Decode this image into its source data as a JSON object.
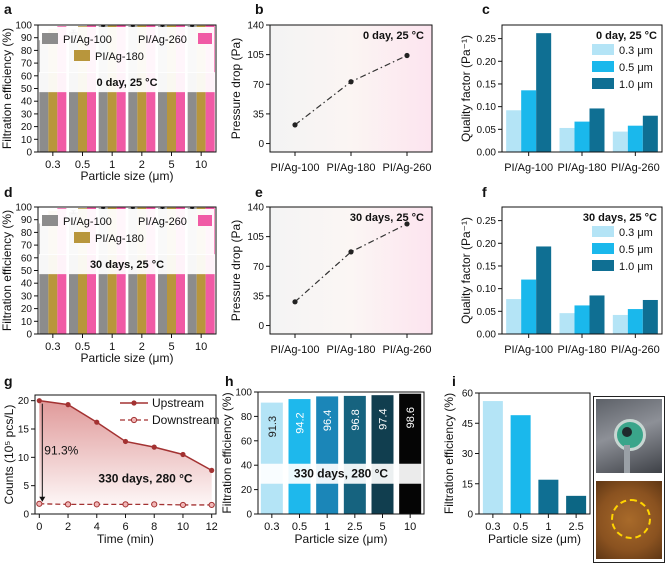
{
  "colors": {
    "ag100": "#8c8c8c",
    "ag180": "#b8963c",
    "ag260": "#f05aa5",
    "c03": "#b4e4f6",
    "c05": "#1ab8ec",
    "c10": "#0f6f93",
    "line": "#555555",
    "up": "#a33232",
    "h_bars": [
      "#b4e4f6",
      "#1eb8ec",
      "#1b86b8",
      "#16637f",
      "#113e4f",
      "#050505"
    ]
  },
  "panels": {
    "a": {
      "letter": "a",
      "condition": "0 day, 25 °C",
      "ylabel": "Filtration efficiency (%)",
      "xlabel": "Particle size (μm)",
      "legend": [
        "PI/Ag-100",
        "PI/Ag-260",
        "PI/Ag-180"
      ],
      "ytick_labels": [
        "0",
        "10",
        "20",
        "30",
        "40",
        "50",
        "60",
        "70",
        "80",
        "90",
        "100"
      ]
    },
    "b": {
      "letter": "b",
      "condition": "0 day, 25 °C",
      "ylabel": "Pressure drop (Pa)",
      "ytick_labels": [
        "0",
        "35",
        "70",
        "105",
        "140"
      ]
    },
    "c": {
      "letter": "c",
      "condition": "0 day, 25 °C",
      "ylabel": "Quality factor (Pa⁻¹)",
      "legend": [
        "0.3 μm",
        "0.5 μm",
        "1.0 μm"
      ],
      "ytick_labels": [
        "0.00",
        "0.05",
        "0.10",
        "0.15",
        "0.20",
        "0.25"
      ]
    },
    "d": {
      "letter": "d",
      "condition": "30 days, 25 °C",
      "ylabel": "Filtration efficiency (%)",
      "xlabel": "Particle size (μm)",
      "legend": [
        "PI/Ag-100",
        "PI/Ag-260",
        "PI/Ag-180"
      ],
      "ytick_labels": [
        "0",
        "10",
        "20",
        "30",
        "40",
        "50",
        "60",
        "70",
        "80",
        "90",
        "100"
      ]
    },
    "e": {
      "letter": "e",
      "condition": "30 days, 25 °C",
      "ylabel": "Pressure drop (Pa)",
      "ytick_labels": [
        "0",
        "35",
        "70",
        "105",
        "140"
      ]
    },
    "f": {
      "letter": "f",
      "condition": "30 days, 25 °C",
      "ylabel": "Quality factor (Pa⁻¹)",
      "legend": [
        "0.3 μm",
        "0.5 μm",
        "1.0 μm"
      ],
      "ytick_labels": [
        "0.00",
        "0.05",
        "0.10",
        "0.15",
        "0.20",
        "0.25"
      ]
    },
    "g": {
      "letter": "g",
      "condition": "330 days, 280 °C",
      "ylabel": "Counts (10⁵ pcs/L)",
      "xlabel": "Time (min)",
      "legend": [
        "Upstream",
        "Downstream"
      ],
      "annotation": "91.3%",
      "ytick_labels": [
        "0",
        "5",
        "10",
        "15",
        "20"
      ]
    },
    "h": {
      "letter": "h",
      "condition": "330 days, 280 °C",
      "ylabel": "Filtration efficiency (%)",
      "xlabel": "Particle size (μm)",
      "ytick_labels": [
        "0",
        "20",
        "40",
        "60",
        "80",
        "100"
      ]
    },
    "i": {
      "letter": "i",
      "ylabel": "Filtration efficiency (%)",
      "xlabel": "Particle size (μm)",
      "ytick_labels": [
        "0",
        "15",
        "30",
        "45",
        "60"
      ]
    }
  },
  "chart_data": [
    {
      "panel": "a",
      "type": "bar",
      "categories": [
        "0.3",
        "0.5",
        "1",
        "2",
        "5",
        "10"
      ],
      "series": [
        {
          "name": "PI/Ag-100",
          "values": [
            88,
            95,
            99,
            99,
            99,
            99
          ],
          "errors": [
            2,
            1,
            0.5,
            0.5,
            0.5,
            0.5
          ]
        },
        {
          "name": "PI/Ag-180",
          "values": [
            97,
            99,
            99.5,
            99.5,
            99.5,
            99.5
          ]
        },
        {
          "name": "PI/Ag-260",
          "values": [
            99,
            99.5,
            99.8,
            99.8,
            99.8,
            99.8
          ]
        }
      ],
      "ylim": [
        0,
        100
      ]
    },
    {
      "panel": "b",
      "type": "line",
      "categories": [
        "PI/Ag-100",
        "PI/Ag-180",
        "PI/Ag-260"
      ],
      "values": [
        22,
        73,
        104
      ],
      "ylim": [
        -10,
        140
      ]
    },
    {
      "panel": "c",
      "type": "bar",
      "categories": [
        "PI/Ag-100",
        "PI/Ag-180",
        "PI/Ag-260"
      ],
      "series": [
        {
          "name": "0.3 μm",
          "values": [
            0.092,
            0.053,
            0.045
          ]
        },
        {
          "name": "0.5 μm",
          "values": [
            0.136,
            0.067,
            0.058
          ]
        },
        {
          "name": "1.0 μm",
          "values": [
            0.262,
            0.096,
            0.08
          ]
        }
      ],
      "ylim": [
        0,
        0.28
      ]
    },
    {
      "panel": "d",
      "type": "bar",
      "categories": [
        "0.3",
        "0.5",
        "1",
        "2",
        "5",
        "10"
      ],
      "series": [
        {
          "name": "PI/Ag-100",
          "values": [
            87,
            96,
            99,
            99,
            99,
            99
          ],
          "errors": [
            1,
            1,
            0.5,
            0.5,
            0.5,
            0.5
          ]
        },
        {
          "name": "PI/Ag-180",
          "values": [
            97,
            99,
            99.5,
            99.5,
            99.5,
            99.5
          ]
        },
        {
          "name": "PI/Ag-260",
          "values": [
            99,
            99.5,
            99.8,
            99.8,
            99.8,
            99.8
          ]
        }
      ],
      "ylim": [
        0,
        100
      ]
    },
    {
      "panel": "e",
      "type": "line",
      "categories": [
        "PI/Ag-100",
        "PI/Ag-180",
        "PI/Ag-260"
      ],
      "values": [
        28,
        87,
        120
      ],
      "ylim": [
        -10,
        140
      ]
    },
    {
      "panel": "f",
      "type": "bar",
      "categories": [
        "PI/Ag-100",
        "PI/Ag-180",
        "PI/Ag-260"
      ],
      "series": [
        {
          "name": "0.3 μm",
          "values": [
            0.077,
            0.046,
            0.042
          ]
        },
        {
          "name": "0.5 μm",
          "values": [
            0.12,
            0.063,
            0.055
          ]
        },
        {
          "name": "1.0 μm",
          "values": [
            0.193,
            0.085,
            0.075
          ]
        }
      ],
      "ylim": [
        0,
        0.28
      ]
    },
    {
      "panel": "g",
      "type": "line",
      "x": [
        0,
        2,
        4,
        6,
        8,
        10,
        12
      ],
      "series": [
        {
          "name": "Upstream",
          "values": [
            20.0,
            19.3,
            16.2,
            12.8,
            11.8,
            10.5,
            7.7
          ]
        },
        {
          "name": "Downstream",
          "values": [
            1.8,
            1.7,
            1.7,
            1.7,
            1.7,
            1.6,
            1.6
          ]
        }
      ],
      "xlim": [
        -0.3,
        12.3
      ],
      "ylim": [
        0,
        21
      ]
    },
    {
      "panel": "h",
      "type": "bar",
      "categories": [
        "0.3",
        "0.5",
        "1",
        "2.5",
        "5",
        "10"
      ],
      "values": [
        91.3,
        94.2,
        96.4,
        96.8,
        97.4,
        98.6
      ],
      "value_labels": [
        "91.3",
        "94.2",
        "96.4",
        "96.8",
        "97.4",
        "98.6"
      ],
      "ylim": [
        0,
        100
      ]
    },
    {
      "panel": "i",
      "type": "bar",
      "categories": [
        "0.3",
        "0.5",
        "1",
        "2.5"
      ],
      "values": [
        56,
        49,
        17,
        9
      ],
      "ylim": [
        0,
        60
      ]
    }
  ]
}
